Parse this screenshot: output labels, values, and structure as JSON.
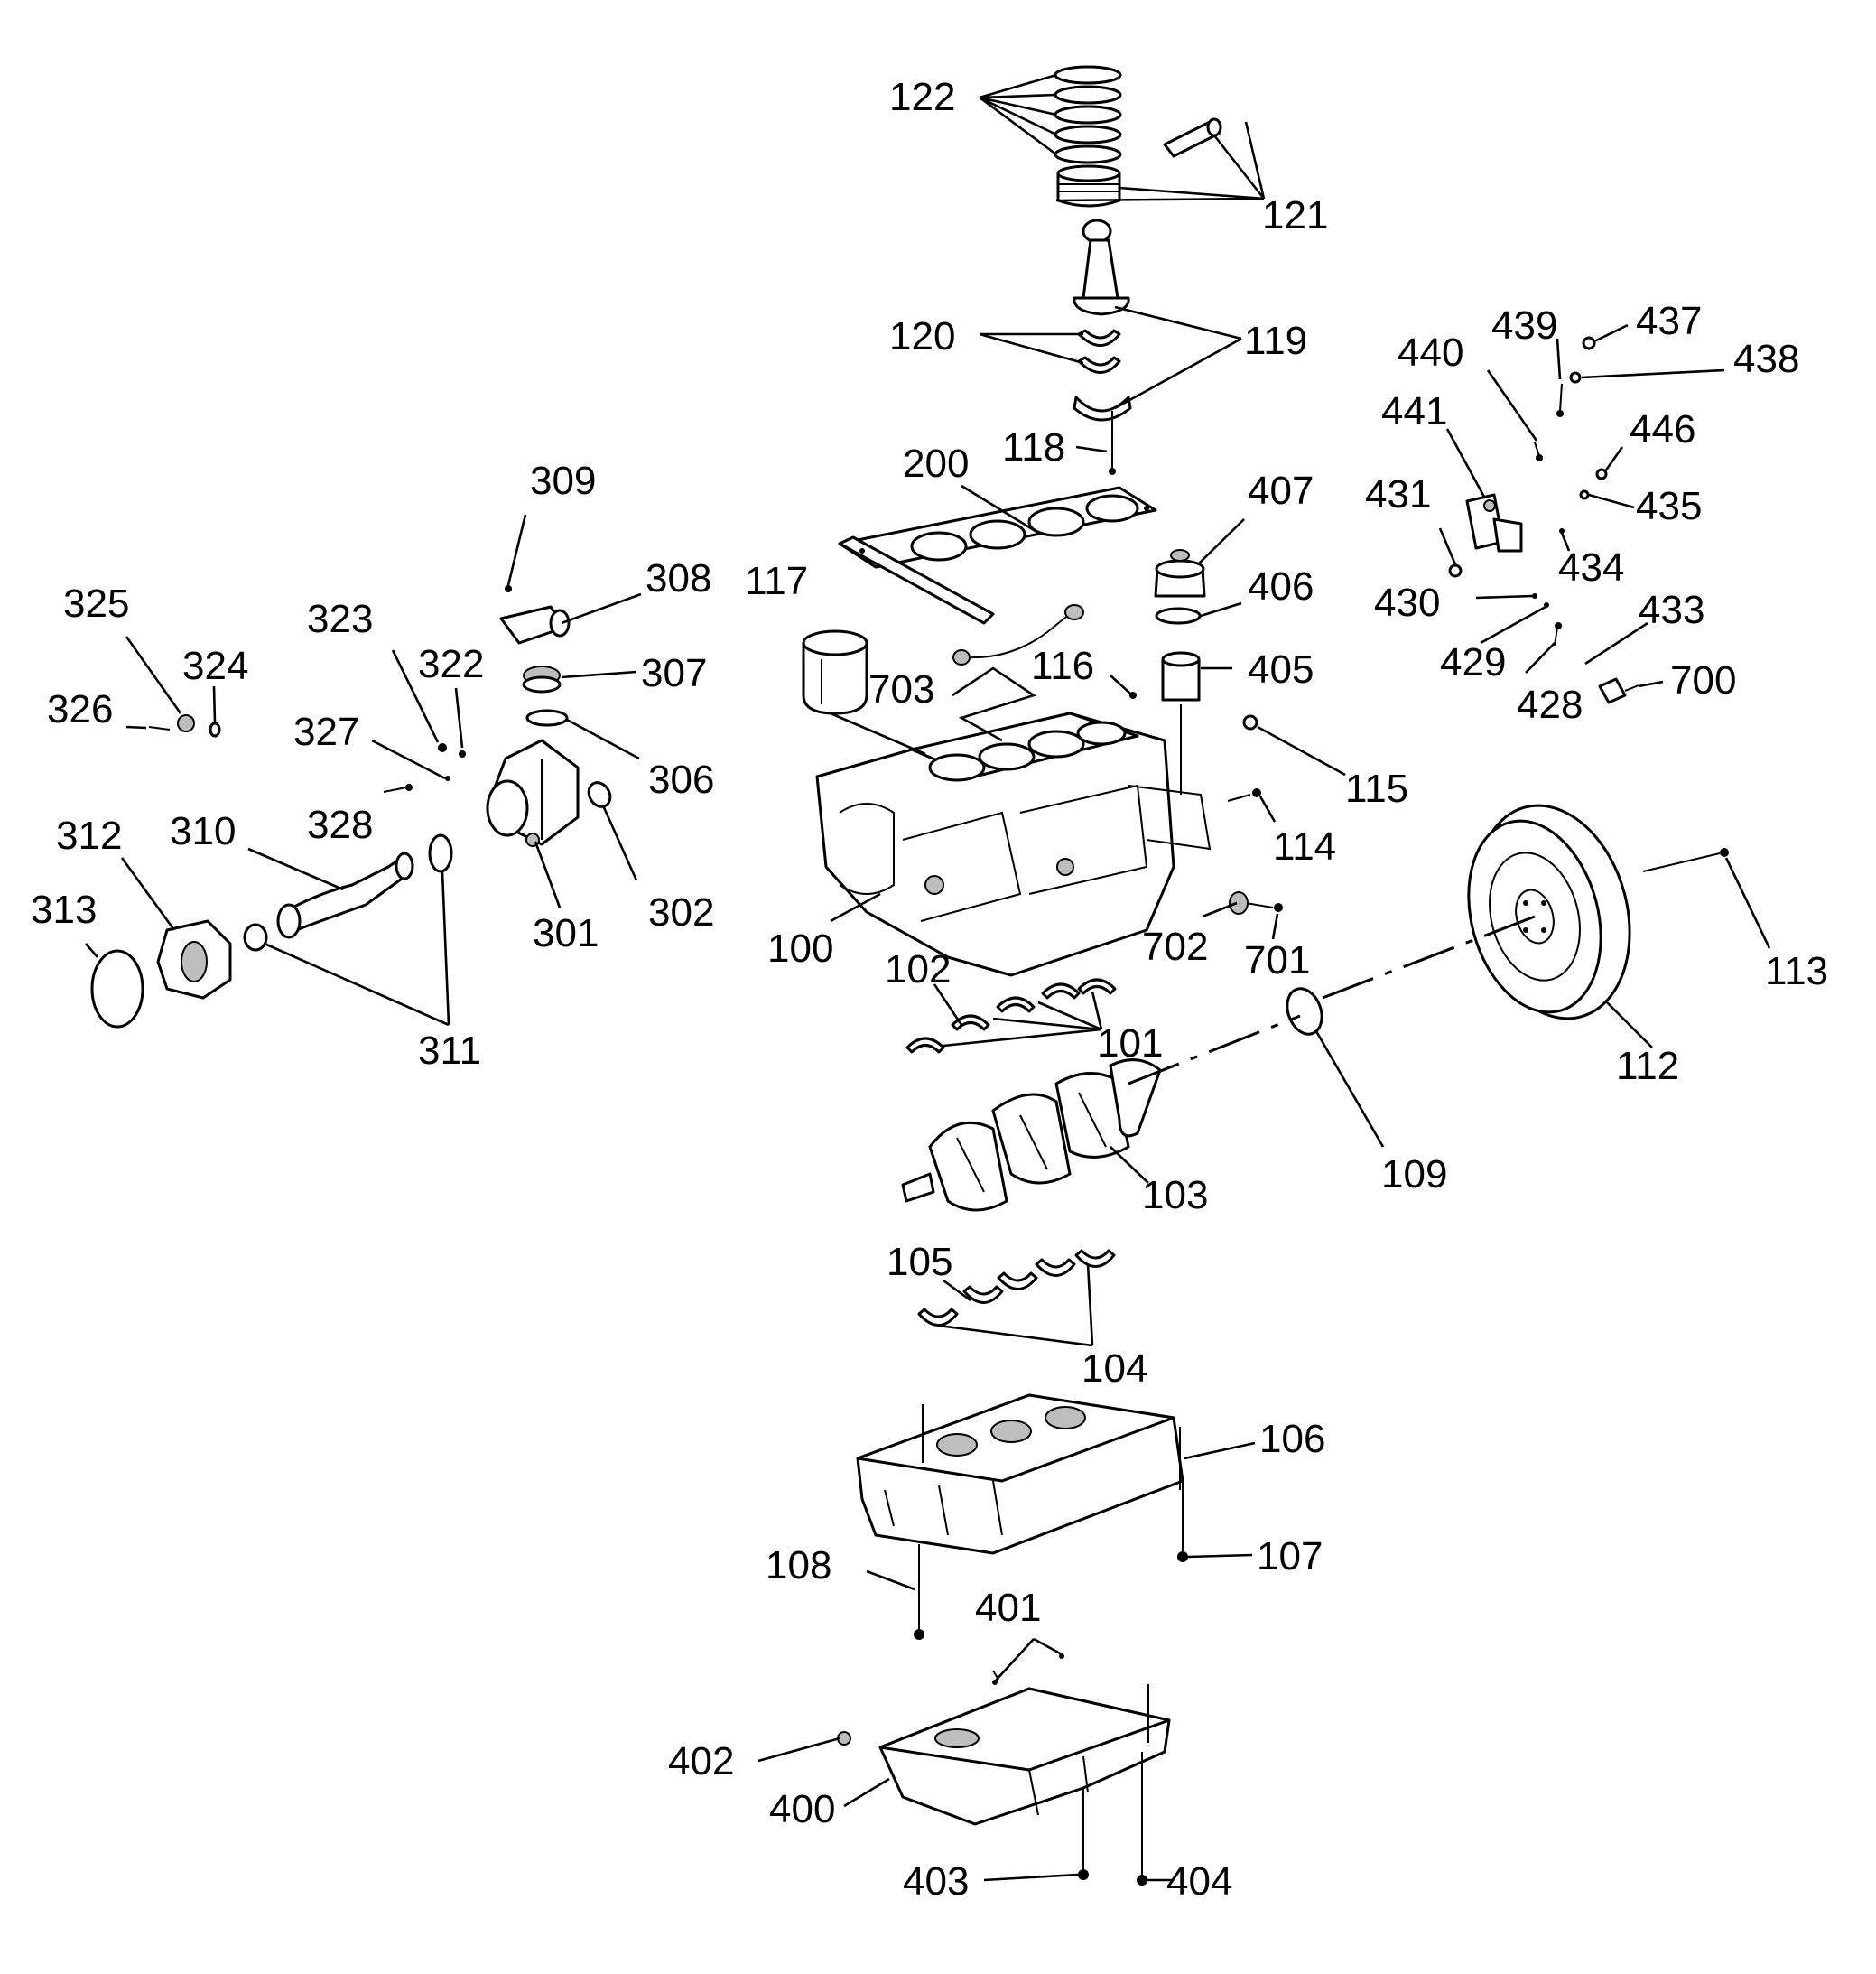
{
  "colors": {
    "ink": "#000000",
    "paper": "#ffffff",
    "shade": "#bdbdbd"
  },
  "callouts": {
    "c122": "122",
    "c121": "121",
    "c120": "120",
    "c119": "119",
    "c118": "118",
    "c200": "200",
    "c117": "117",
    "c116": "116",
    "c115": "115",
    "c114": "114",
    "c113": "113",
    "c112": "112",
    "c109": "109",
    "c103": "103",
    "c102": "102",
    "c101": "101",
    "c100": "100",
    "c105": "105",
    "c104": "104",
    "c106": "106",
    "c107": "107",
    "c108": "108",
    "c401": "401",
    "c402": "402",
    "c400": "400",
    "c403": "403",
    "c404": "404",
    "c407": "407",
    "c406": "406",
    "c405": "405",
    "c703": "703",
    "c702": "702",
    "c701": "701",
    "c700": "700",
    "c309": "309",
    "c308": "308",
    "c307": "307",
    "c306": "306",
    "c302": "302",
    "c301": "301",
    "c311": "311",
    "c310": "310",
    "c312": "312",
    "c313": "313",
    "c325": "325",
    "c324": "324",
    "c326": "326",
    "c323": "323",
    "c322": "322",
    "c327": "327",
    "c328": "328",
    "c439": "439",
    "c437": "437",
    "c440": "440",
    "c438": "438",
    "c441": "441",
    "c446": "446",
    "c431": "431",
    "c435": "435",
    "c434": "434",
    "c430": "430",
    "c433": "433",
    "c429": "429",
    "c428": "428"
  }
}
